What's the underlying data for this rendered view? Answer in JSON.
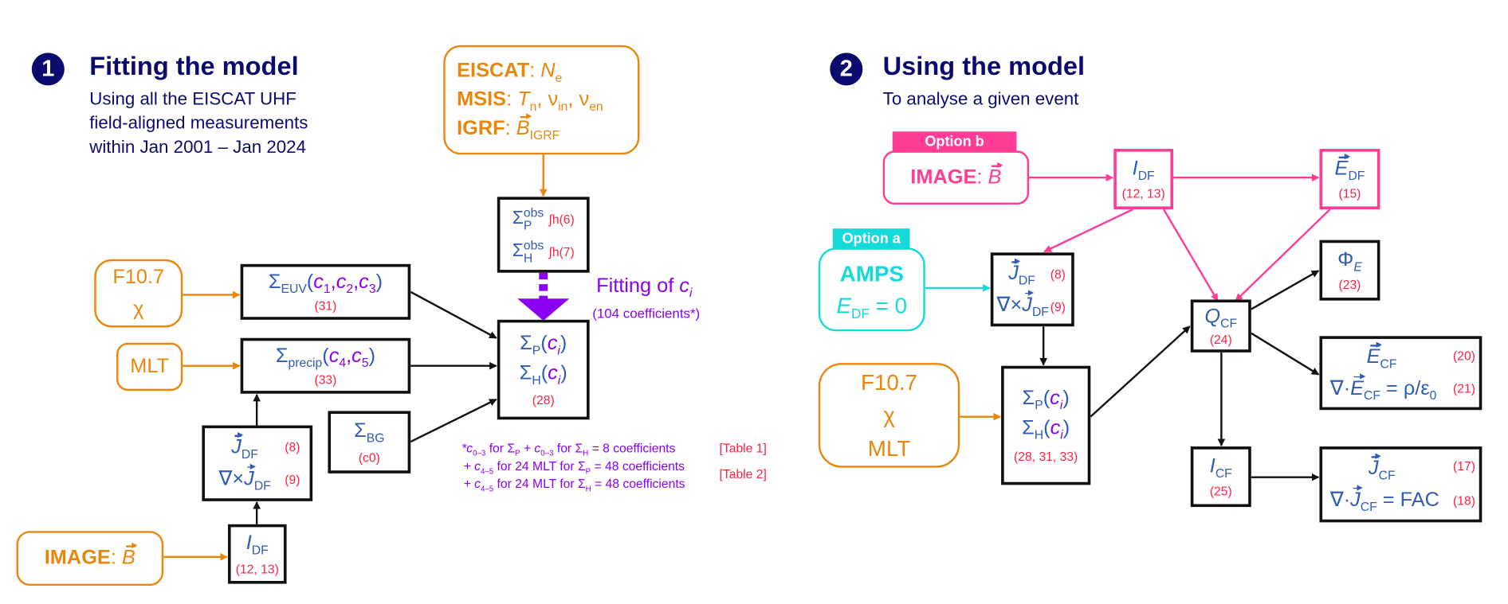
{
  "sym": {
    "sigma": "Σ",
    "lp": "(",
    "rp": ")",
    "comma": ",",
    "c": "c",
    "i": "i",
    "nabla": "∇",
    "times": "×",
    "dot": "·",
    "eq": "=",
    "colon": ":",
    "J": "J",
    "E": "E",
    "B": "B",
    "I": "I",
    "Q": "Q",
    "Phi": "Φ",
    "chi": "χ",
    "DF": "DF",
    "CF": "CF",
    "P": "P",
    "H": "H"
  },
  "section1": {
    "number": "1",
    "title": "Fitting the model",
    "subtitle": [
      "Using all the EISCAT UHF",
      "field-aligned measurements",
      "within Jan 2001 – Jan 2024"
    ]
  },
  "section2": {
    "number": "2",
    "title": "Using the model",
    "subtitle": "To analyse a given event"
  },
  "fit": {
    "inputs": {
      "eiscat": "EISCAT",
      "n": "N",
      "n_sub": "e",
      "msis": "MSIS",
      "t": "T",
      "t_sub": "n",
      "nu_in": "ν",
      "nu_in_sub": "in",
      "nu_en": "ν",
      "nu_en_sub": "en",
      "sep": ",",
      "igrf": "IGRF",
      "b_sub": "IGRF"
    },
    "obs": {
      "sup": "obs",
      "eq_p": "∫h(6)",
      "eq_h": "∫h(7)"
    },
    "fitting_label": "Fitting of ",
    "fitting_var": "c",
    "fitting_sub": "i",
    "coeff_note": "(104 coefficients*)",
    "f107": "F10.7",
    "chi": "χ",
    "mlt": "MLT",
    "euv": {
      "sub": "EUV",
      "c1": "1",
      "c2": "2",
      "c3": "3",
      "eq": "(31)"
    },
    "precip": {
      "sub": "precip",
      "c4": "4",
      "c5": "5",
      "eq": "(33)"
    },
    "bg": {
      "sub": "BG",
      "eq": "(c0)"
    },
    "jdf": {
      "eq1": "(8)",
      "eq2": "(9)"
    },
    "idf": {
      "eq": "(12, 13)"
    },
    "sigma_ci": {
      "eq": "(28)"
    },
    "image": {
      "label": "IMAGE"
    },
    "footnote": {
      "l1": {
        "a": "*c",
        "a_sub": "0–3",
        "b": " for Σ",
        "b_sub": "P",
        "c": " + c",
        "c_sub": "0–3",
        "d": " for Σ",
        "d_sub": "H",
        "e": " = 8 coefficients"
      },
      "l2": {
        "a": " + c",
        "a_sub": "4–5",
        "b": " for 24 MLT for Σ",
        "b_sub": "P",
        "e": " = 48 coefficients"
      },
      "l3": {
        "a": " + c",
        "a_sub": "4–5",
        "b": " for 24 MLT for Σ",
        "b_sub": "H",
        "e": " = 48 coefficients"
      },
      "table1": "[Table 1]",
      "table2": "[Table 2]"
    }
  },
  "use": {
    "option_b": "Option b",
    "option_a": "Option a",
    "image": {
      "label": "IMAGE"
    },
    "idf": {
      "eq": "(12, 13)"
    },
    "edf": {
      "eq": "(15)"
    },
    "amps": {
      "label": "AMPS",
      "e_sub": "DF",
      "rhs": "0"
    },
    "jdf": {
      "eq1": "(8)",
      "eq2": "(9)"
    },
    "drivers": {
      "f107": "F10.7",
      "chi": "χ",
      "mlt": "MLT"
    },
    "sigma": {
      "eq": "(28, 31, 33)"
    },
    "qcf": {
      "eq": "(24)"
    },
    "phi": {
      "sub": "E",
      "eq": "(23)"
    },
    "ecf": {
      "eq1": "(20)",
      "eq2": "(21)",
      "rhs": "ρ/ε",
      "rhs_sub": "0"
    },
    "icf": {
      "eq": "(25)"
    },
    "jcf": {
      "eq1": "(17)",
      "eq2": "(18)",
      "rhs": "FAC"
    }
  },
  "colors": {
    "navy": "#0b0b6e",
    "blue": "#2f5cb4",
    "red": "#ff1f45",
    "orange": "#e8870e",
    "purple": "#8a00f0",
    "pink": "#ff3d96",
    "cyan": "#14dada"
  }
}
